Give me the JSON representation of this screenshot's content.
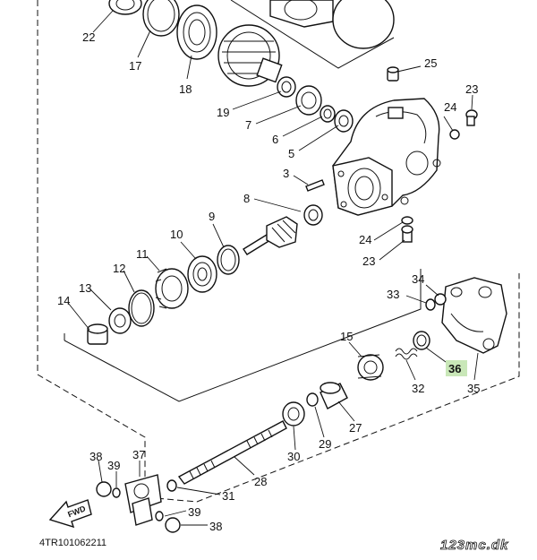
{
  "diagram": {
    "callouts": [
      {
        "id": "c22",
        "text": "22"
      },
      {
        "id": "c17",
        "text": "17"
      },
      {
        "id": "c18",
        "text": "18"
      },
      {
        "id": "c19",
        "text": "19"
      },
      {
        "id": "c7",
        "text": "7"
      },
      {
        "id": "c6",
        "text": "6"
      },
      {
        "id": "c5",
        "text": "5"
      },
      {
        "id": "c25",
        "text": "25"
      },
      {
        "id": "c23a",
        "text": "23"
      },
      {
        "id": "c24a",
        "text": "24"
      },
      {
        "id": "c3",
        "text": "3"
      },
      {
        "id": "c8",
        "text": "8"
      },
      {
        "id": "c9",
        "text": "9"
      },
      {
        "id": "c10",
        "text": "10"
      },
      {
        "id": "c11",
        "text": "11"
      },
      {
        "id": "c12",
        "text": "12"
      },
      {
        "id": "c13",
        "text": "13"
      },
      {
        "id": "c14",
        "text": "14"
      },
      {
        "id": "c24b",
        "text": "24"
      },
      {
        "id": "c23b",
        "text": "23"
      },
      {
        "id": "c34",
        "text": "34"
      },
      {
        "id": "c33",
        "text": "33"
      },
      {
        "id": "c15",
        "text": "15"
      },
      {
        "id": "c36",
        "text": "36"
      },
      {
        "id": "c32",
        "text": "32"
      },
      {
        "id": "c35",
        "text": "35"
      },
      {
        "id": "c27",
        "text": "27"
      },
      {
        "id": "c29",
        "text": "29"
      },
      {
        "id": "c30",
        "text": "30"
      },
      {
        "id": "c28",
        "text": "28"
      },
      {
        "id": "c38a",
        "text": "38"
      },
      {
        "id": "c39a",
        "text": "39"
      },
      {
        "id": "c37",
        "text": "37"
      },
      {
        "id": "c31",
        "text": "31"
      },
      {
        "id": "c39b",
        "text": "39"
      },
      {
        "id": "c38b",
        "text": "38"
      }
    ],
    "highlight_color": "#c9e7b8",
    "fwd_label": "FWD",
    "diagram_code": "4TR101062211",
    "watermark": "123mc.dk"
  }
}
